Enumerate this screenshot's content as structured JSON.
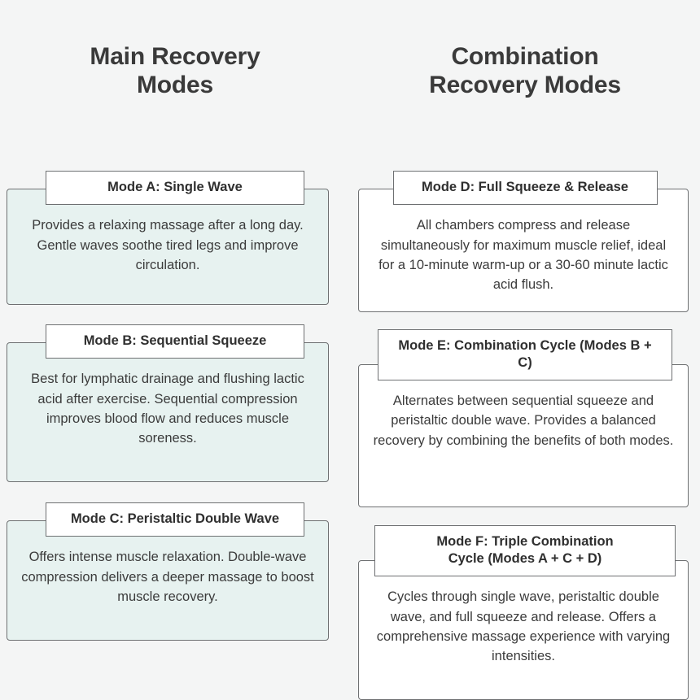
{
  "page": {
    "background_color": "#f4f5f5",
    "text_color": "#333333",
    "card_border_color": "#6e7072",
    "left_body_fill": "#e7f2f0",
    "right_body_fill": "#ffffff"
  },
  "columns": [
    {
      "id": "main-recovery-modes",
      "title_line_1": "Main Recovery",
      "title_line_2": "Modes",
      "cards": [
        {
          "id": "mode-a",
          "header_line_1": "Mode A: Single Wave",
          "header_line_2": "",
          "body": "Provides a relaxing massage after a long day. Gentle waves soothe tired legs and improve circulation."
        },
        {
          "id": "mode-b",
          "header_line_1": "Mode B: Sequential Squeeze",
          "header_line_2": "",
          "body": "Best for lymphatic drainage and flushing lactic acid after exercise. Sequential compression improves blood flow and reduces muscle soreness."
        },
        {
          "id": "mode-c",
          "header_line_1": "Mode C: Peristaltic Double Wave",
          "header_line_2": "",
          "body": "Offers intense muscle relaxation. Double-wave compression delivers a deeper massage to boost muscle recovery."
        }
      ]
    },
    {
      "id": "combination-recovery-modes",
      "title_line_1": "Combination",
      "title_line_2": "Recovery Modes",
      "cards": [
        {
          "id": "mode-d",
          "header_line_1": "Mode D: Full Squeeze & Release",
          "header_line_2": "",
          "body": "All chambers compress and release simultaneously for maximum muscle relief, ideal for a 10-minute warm-up or a 30-60 minute lactic acid flush."
        },
        {
          "id": "mode-e",
          "header_line_1": "Mode E: Combination Cycle (Modes B + C)",
          "header_line_2": "",
          "body": "Alternates between sequential squeeze and peristaltic double wave. Provides a balanced recovery by combining the benefits of both modes."
        },
        {
          "id": "mode-f",
          "header_line_1": "Mode F: Triple Combination",
          "header_line_2": "Cycle (Modes A + C + D)",
          "body": "Cycles through single wave, peristaltic double wave, and full squeeze and release. Offers a comprehensive massage experience with varying intensities."
        }
      ]
    }
  ]
}
